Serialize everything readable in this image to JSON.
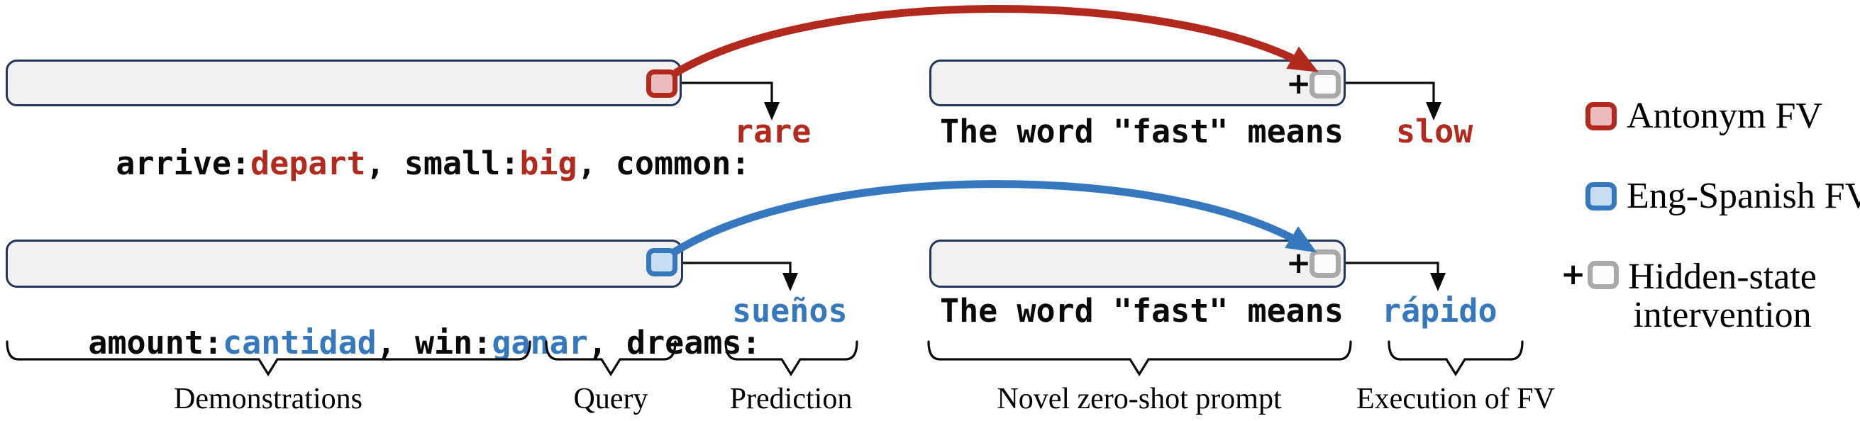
{
  "prompts": {
    "antonym_icl": {
      "segments": [
        {
          "text": "arrive:",
          "color": "black"
        },
        {
          "text": "depart",
          "color": "red"
        },
        {
          "text": ", small:",
          "color": "black"
        },
        {
          "text": "big",
          "color": "red"
        },
        {
          "text": ", common:",
          "color": "black"
        }
      ],
      "prediction": "rare"
    },
    "antonym_zero_shot": {
      "text": "The word \"fast\" means",
      "prediction": "slow"
    },
    "translation_icl": {
      "segments": [
        {
          "text": "amount:",
          "color": "black"
        },
        {
          "text": "cantidad",
          "color": "blue"
        },
        {
          "text": ", win:",
          "color": "black"
        },
        {
          "text": "ganar",
          "color": "blue"
        },
        {
          "text": ", dreams:",
          "color": "black"
        }
      ],
      "prediction": "sueños"
    },
    "translation_zero_shot": {
      "text": "The word \"fast\" means",
      "prediction": "rápido"
    }
  },
  "plus_sign": "+",
  "annotations": {
    "demonstrations": "Demonstrations",
    "query": "Query",
    "prediction": "Prediction",
    "novel_prompt": "Novel zero-shot prompt",
    "execution": "Execution of FV"
  },
  "legend": {
    "plus": "+",
    "antonym_fv": "Antonym FV",
    "eng_spanish_fv": "Eng-Spanish FV",
    "hidden_state_line1": "Hidden-state",
    "hidden_state_line2": "intervention"
  },
  "colors": {
    "red": "#b2291d",
    "red_fill": "#eabcbd",
    "blue": "#3678bd",
    "blue_fill": "#c8dcf2",
    "gray": "#a9a9a9",
    "gray_fill": "#fbfbfb",
    "box_border_navy": "#22365c",
    "box_fill": "#f1f1f2",
    "text_black": "#0a0a0a"
  }
}
